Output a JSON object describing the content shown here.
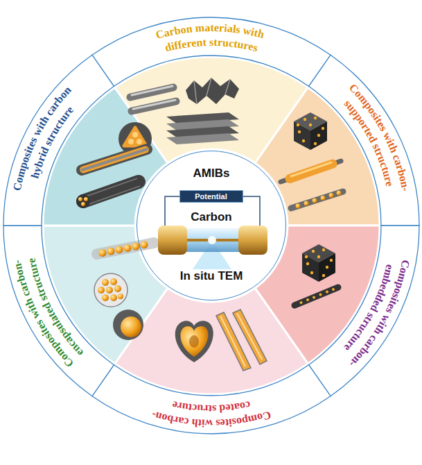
{
  "diagram": {
    "nodes": [
      {
        "text": [
          "AMIBs",
          "Carbon",
          "In situ TEM"
        ]
      },
      {
        "text": [
          "Potential"
        ],
        "in": 0
      },
      {
        "text": [
          "Carbon materials with different structures"
        ]
      },
      {
        "text": [
          "Composites with carbon-supported structure"
        ]
      },
      {
        "text": [
          "Composites with carbon-embedded structure"
        ]
      },
      {
        "text": [
          "Composites with carbon-coated structure"
        ]
      },
      {
        "text": [
          "Composites with carbon-encapsulated structure"
        ]
      },
      {
        "text": [
          "Composites with carbon hybrid structure"
        ]
      }
    ]
  }
}
